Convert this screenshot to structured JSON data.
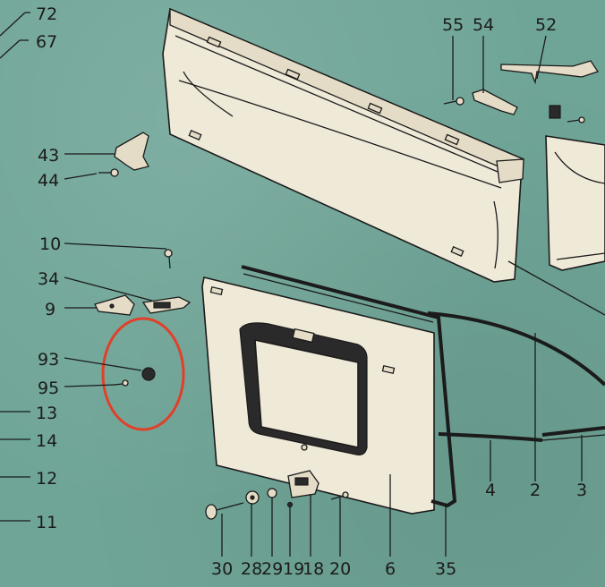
{
  "diagram": {
    "labels": [
      "72",
      "67",
      "43",
      "44",
      "10",
      "34",
      "9",
      "93",
      "95",
      "13",
      "14",
      "12",
      "11",
      "55",
      "54",
      "52",
      "30",
      "28",
      "29",
      "19",
      "18",
      "20",
      "6",
      "35",
      "4",
      "2",
      "3"
    ],
    "highlight_color": "#e0402a",
    "background_color": "#6fa597"
  }
}
